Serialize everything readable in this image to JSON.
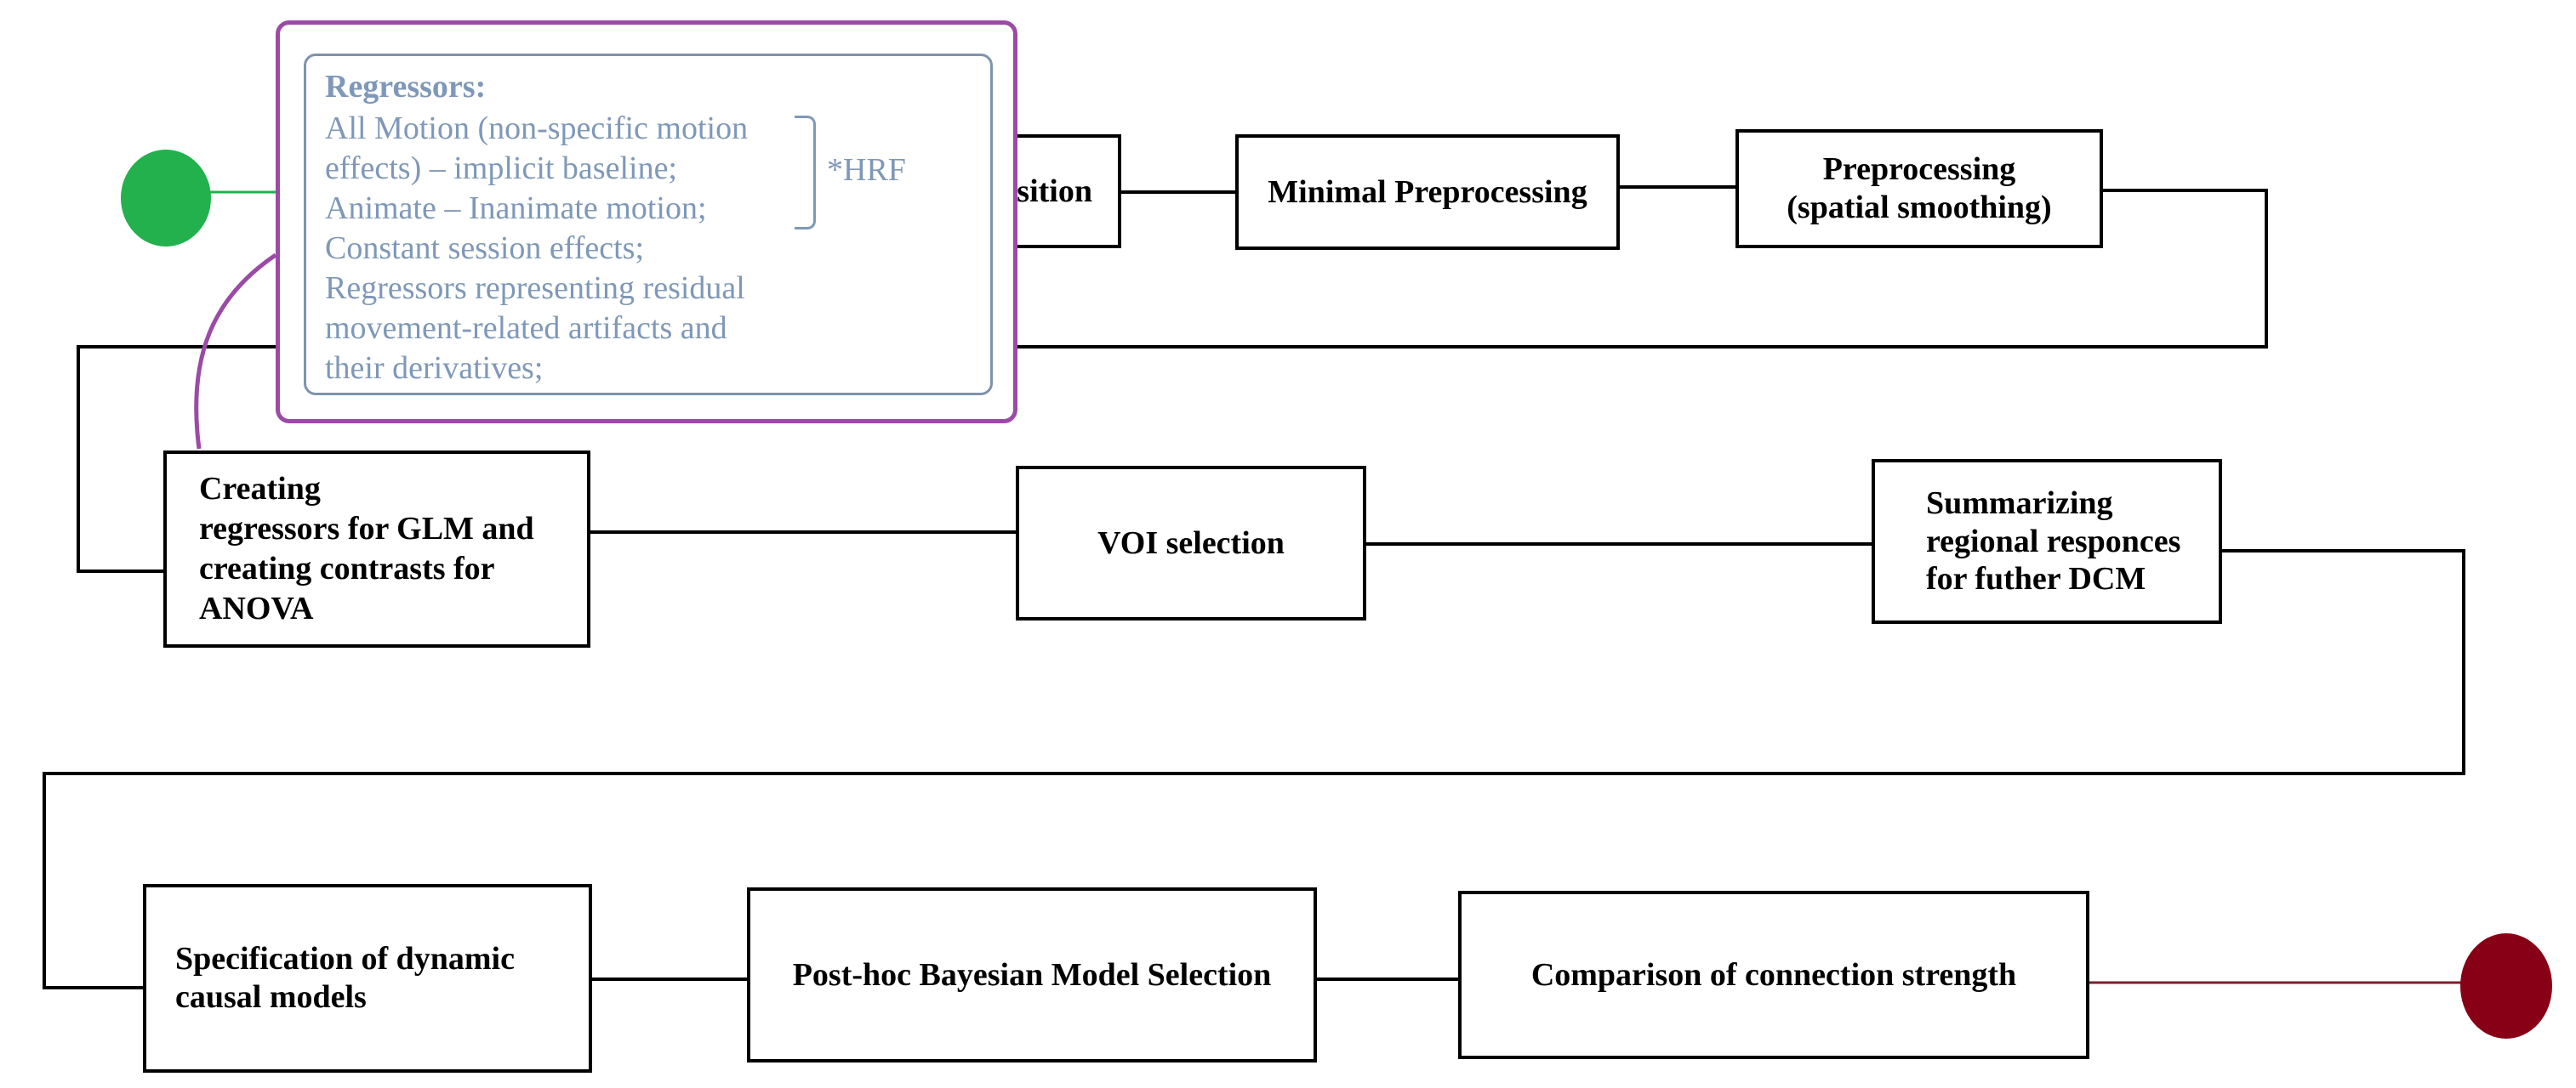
{
  "nodes": {
    "acquisition": "sition",
    "minimal_preprocessing": "Minimal Preprocessing",
    "preprocessing": [
      "Preprocessing",
      "(spatial smoothing)"
    ],
    "creating_regressors": [
      "Creating",
      "regressors for GLM and",
      "creating contrasts for",
      "ANOVA"
    ],
    "voi_selection": "VOI selection",
    "summarizing": [
      "Summarizing",
      "regional responces",
      "for futher DCM"
    ],
    "specification": [
      "Specification of dynamic",
      "causal models"
    ],
    "bayesian": "Post-hoc Bayesian Model Selection",
    "comparison": "Comparison of connection strength"
  },
  "callout": {
    "title": "Regressors:",
    "lines": [
      "All Motion (non-specific motion",
      "effects) – implicit baseline;",
      "Animate – Inanimate motion;",
      "Constant session effects;",
      "Regressors representing residual",
      "movement-related artifacts and",
      "their derivatives;"
    ],
    "brace_label": "*HRF"
  },
  "colors": {
    "start": "#22b14c",
    "end": "#880015",
    "callout_border": "#9b4aa6",
    "callout_inner_border": "#7f93aa",
    "callout_text": "#7f98b8",
    "end_connector": "#7a1f2e"
  }
}
